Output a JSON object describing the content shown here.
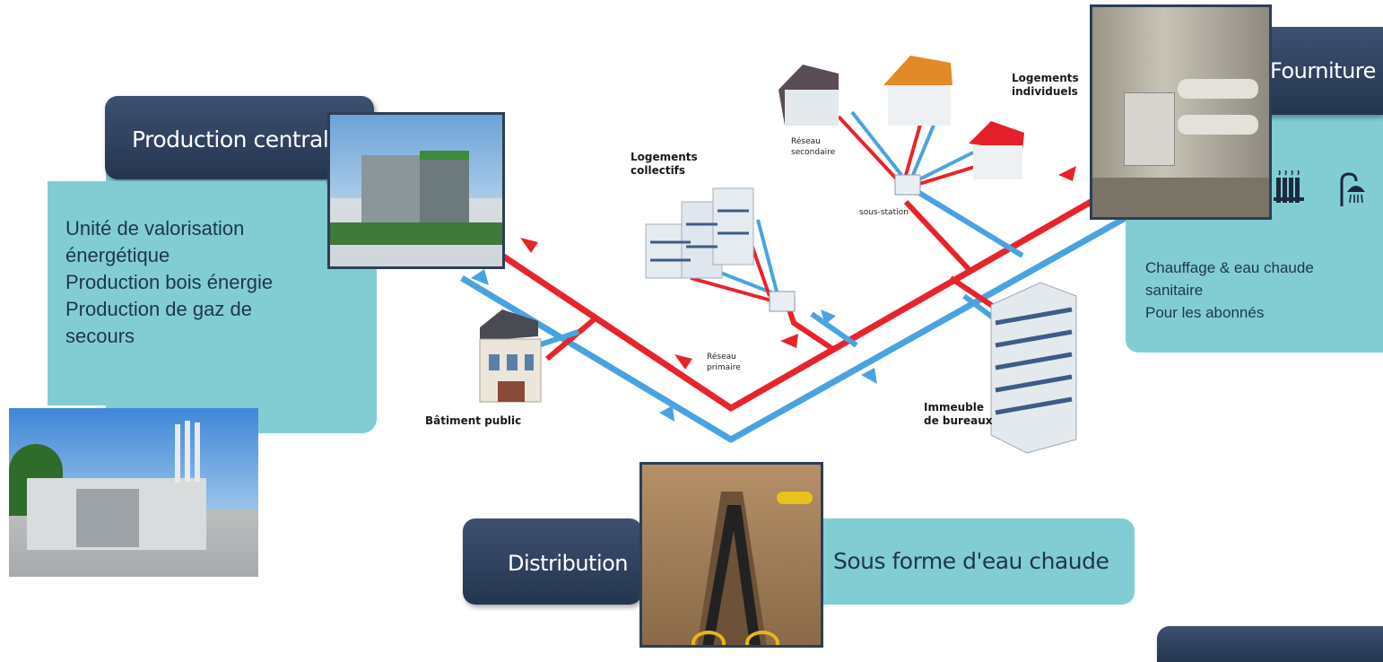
{
  "production": {
    "title": "Production centrale",
    "lines": [
      "Unité de valorisation",
      "énergétique",
      "Production bois énergie",
      "Production de gaz de",
      "secours"
    ]
  },
  "fourniture": {
    "title": "Fourniture",
    "lines": [
      "Chauffage & eau chaude",
      "sanitaire",
      "Pour les abonnés"
    ]
  },
  "distribution": {
    "title": "Distribution",
    "description": "Sous forme d'eau chaude"
  },
  "diagram": {
    "logements_individuels": [
      "Logements",
      "individuels"
    ],
    "reseau_secondaire": [
      "Réseau",
      "secondaire"
    ],
    "sous_station": "sous-station",
    "logements_collectifs": [
      "Logements",
      "collectifs"
    ],
    "reseau_primaire": [
      "Réseau",
      "primaire"
    ],
    "batiment_public": "Bâtiment public",
    "immeuble_bureaux": [
      "Immeuble",
      "de bureaux"
    ]
  },
  "colors": {
    "hot_pipe": "#e8232a",
    "cold_pipe": "#4aa3e0",
    "dark_panel": "#2e405c",
    "light_panel": "#82cdd3"
  },
  "icons": [
    "radiator-icon",
    "shower-icon"
  ]
}
